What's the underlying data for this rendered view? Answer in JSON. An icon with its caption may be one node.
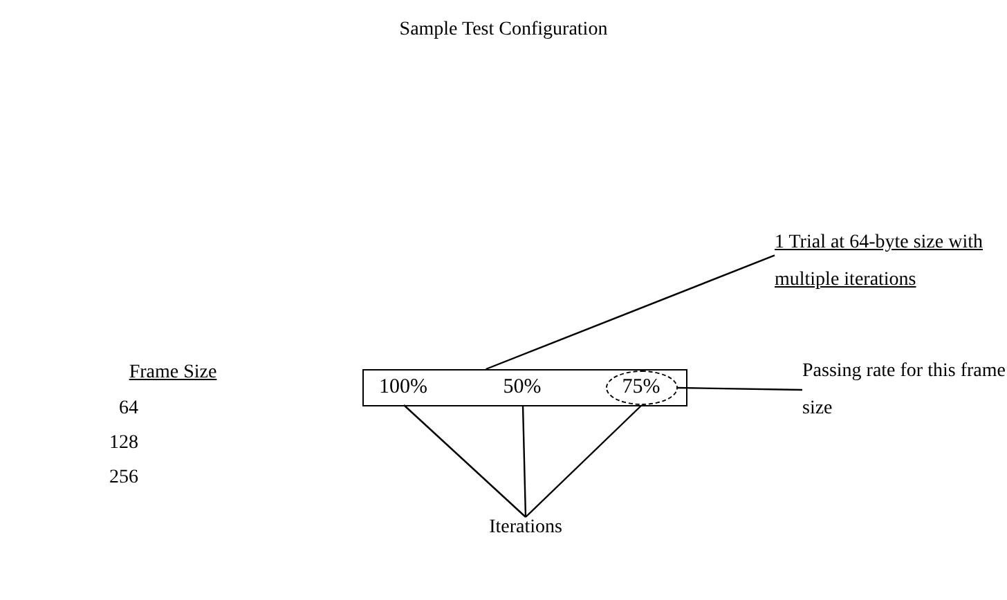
{
  "diagram": {
    "title": "Sample Test Configuration",
    "nodes": [
      {
        "text": [],
        "shape": "box"
      },
      {
        "text": [
          "100%"
        ],
        "in": 0
      },
      {
        "text": [
          "50%"
        ],
        "in": 0
      },
      {
        "text": [
          "75%"
        ],
        "in": 0
      },
      {
        "text": [
          "1 Trial at 64-byte size with multiple iterations"
        ]
      },
      {
        "text": [
          "Passing rate for this frame size"
        ]
      },
      {
        "text": [
          "Iterations"
        ]
      }
    ],
    "edges": [
      {
        "from": 4,
        "to": 0,
        "arrow": "none"
      },
      {
        "from": 5,
        "to": 3,
        "arrow": "none"
      },
      {
        "from": 6,
        "to": 1,
        "arrow": "none"
      },
      {
        "from": 6,
        "to": 2,
        "arrow": "none"
      },
      {
        "from": 6,
        "to": 3,
        "arrow": "none"
      }
    ],
    "labels": [
      "Frame Size",
      "64",
      "128",
      "256"
    ]
  }
}
